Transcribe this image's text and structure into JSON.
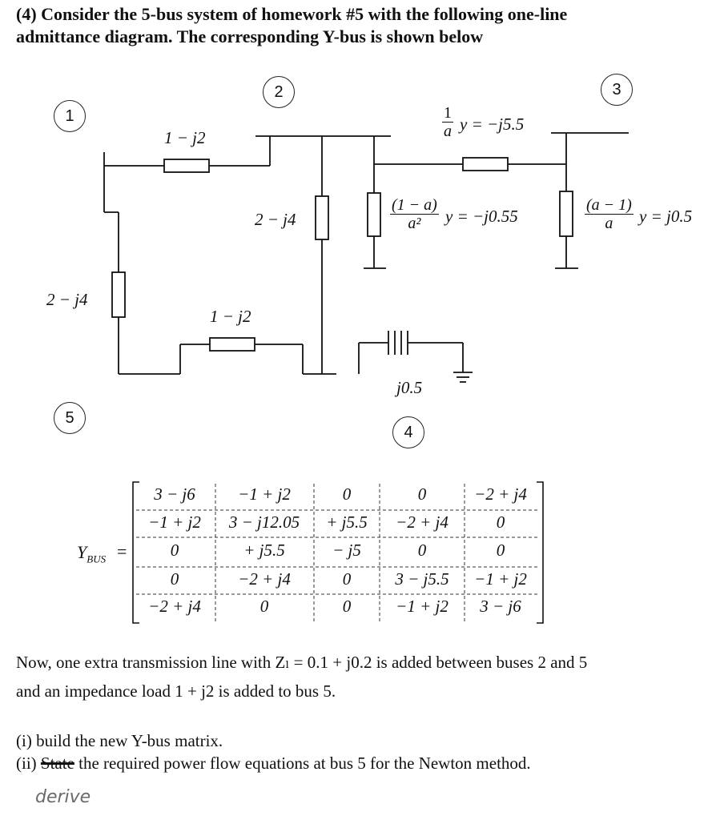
{
  "question": {
    "line1": "(4) Consider the 5-bus system of homework #5 with the following one-line",
    "line2": "admittance diagram. The corresponding Y-bus is shown below"
  },
  "diagram": {
    "bus_labels": [
      "1",
      "2",
      "3",
      "4",
      "5"
    ],
    "branch_labels": {
      "line_1_2": "1 − j2",
      "shunt_2": "2 − j4",
      "line_1_5": "2 − j4",
      "line_5_4": "1 − j2",
      "cap_4": "j0.5"
    },
    "transformer": {
      "series": {
        "num": "1",
        "den": "a",
        "rest": "y = −j5.5"
      },
      "shunt_left": {
        "num": "(1 − a)",
        "den": "a²",
        "rest": "y = −j0.55"
      },
      "shunt_right": {
        "num": "(a − 1)",
        "den": "a",
        "rest": "y = j0.5"
      }
    }
  },
  "ybus": {
    "label": "Y",
    "subscript": "BUS",
    "equals": "=",
    "rows": [
      [
        "3 − j6",
        "−1 + j2",
        "0",
        "0",
        "−2 + j4"
      ],
      [
        "−1 + j2",
        "3 − j12.05",
        "+ j5.5",
        "−2 + j4",
        "0"
      ],
      [
        "0",
        "+ j5.5",
        "− j5",
        "0",
        "0"
      ],
      [
        "0",
        "−2 + j4",
        "0",
        "3 − j5.5",
        "−1 + j2"
      ],
      [
        "−2 + j4",
        "0",
        "0",
        "−1 + j2",
        "3 − j6"
      ]
    ]
  },
  "body": {
    "line1": "Now, one  extra transmission line with  Zₗ = 0.1 + j0.2  is added between buses 2 and 5",
    "line2": "and an impedance load  1 + j2  is added to bus 5.",
    "item1": "(i) build the new Y-bus matrix.",
    "item2_prefix": "(ii) ",
    "item2_struck": "State",
    "item2_rest": " the required power flow equations at bus 5 for the Newton method.",
    "handwritten": "derive"
  }
}
